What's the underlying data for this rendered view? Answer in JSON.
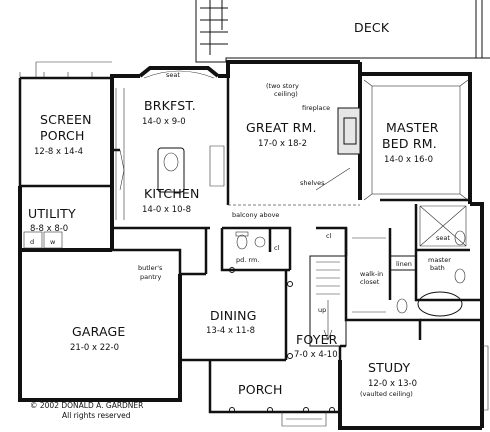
{
  "rooms": {
    "deck": {
      "name": "DECK"
    },
    "screen_porch": {
      "name_line1": "SCREEN",
      "name_line2": "PORCH",
      "dims": "12-8 x 14-4"
    },
    "brkfst": {
      "name": "BRKFST.",
      "dims": "14-0 x 9-0"
    },
    "great_rm": {
      "name": "GREAT RM.",
      "dims": "17-0 x 18-2",
      "note_line1": "(two story",
      "note_line2": "ceiling)"
    },
    "master_bed": {
      "name_line1": "MASTER",
      "name_line2": "BED RM.",
      "dims": "14-0 x 16-0"
    },
    "kitchen": {
      "name": "KITCHEN",
      "dims": "14-0 x 10-8"
    },
    "utility": {
      "name": "UTILITY",
      "dims": "8-8 x 8-0"
    },
    "garage": {
      "name": "GARAGE",
      "dims": "21-0 x 22-0"
    },
    "dining": {
      "name": "DINING",
      "dims": "13-4 x 11-8"
    },
    "foyer": {
      "name": "FOYER",
      "dims": "7-0 x 4-10"
    },
    "study": {
      "name": "STUDY",
      "dims": "12-0 x 13-0",
      "note": "(vaulted ceiling)"
    },
    "porch": {
      "name": "PORCH"
    }
  },
  "labels": {
    "seat_nook": "seat",
    "fireplace": "fireplace",
    "shelves": "shelves",
    "balcony": "balcony above",
    "dryer": "d",
    "washer": "w",
    "cl_left": "cl",
    "cl_right": "cl",
    "pd_rm": "pd. rm.",
    "butler_line1": "butler's",
    "butler_line2": "pantry",
    "walkin_line1": "walk-in",
    "walkin_line2": "closet",
    "linen": "linen",
    "seat_bath": "seat",
    "master_bath_line1": "master",
    "master_bath_line2": "bath",
    "up": "up"
  },
  "copyright": {
    "line1": "© 2002 DONALD A. GARDNER",
    "line2": "All rights reserved"
  }
}
